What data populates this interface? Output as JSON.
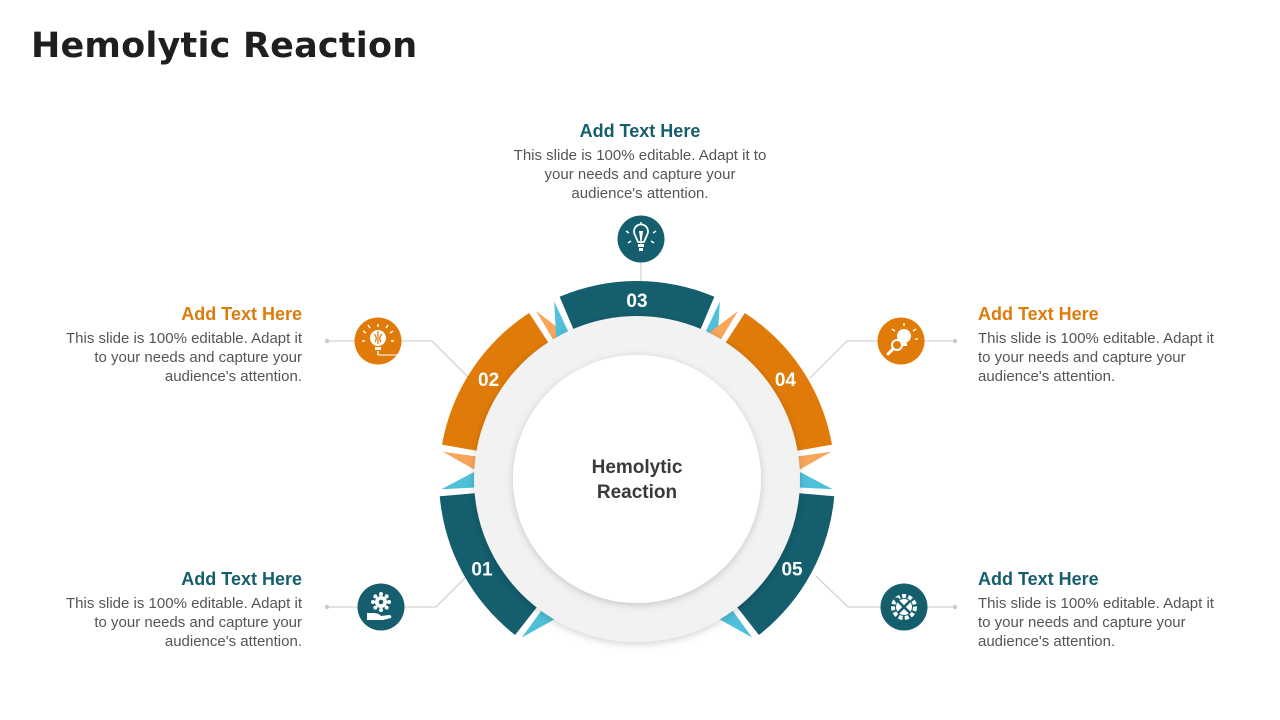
{
  "title": "Hemolytic Reaction",
  "center_label": [
    "Hemolytic",
    "Reaction"
  ],
  "colors": {
    "teal": "#145E6E",
    "orange": "#E07B09",
    "light_blue": "#4FC0DA",
    "light_orange": "#F7A65A",
    "gray_ring": "#F2F2F2",
    "heading_teal": "#145E6E",
    "heading_orange": "#DD7B0C"
  },
  "segments": [
    {
      "number": "01",
      "heading": "Add Text Here",
      "body": "This slide is 100% editable. Adapt it to your needs and capture your audience's attention.",
      "color": "teal",
      "icon": "hand-gear-icon"
    },
    {
      "number": "02",
      "heading": "Add Text Here",
      "body": "This slide is 100% editable. Adapt it to your needs and capture your audience's attention.",
      "color": "orange",
      "icon": "brain-bulb-icon"
    },
    {
      "number": "03",
      "heading": "Add Text Here",
      "body": "This slide is 100% editable. Adapt it to your needs and capture your audience's attention.",
      "color": "teal",
      "icon": "pen-bulb-icon"
    },
    {
      "number": "04",
      "heading": "Add Text Here",
      "body": "This slide is 100% editable. Adapt it to your needs and capture your audience's attention.",
      "color": "orange",
      "icon": "bulb-magnifier-icon"
    },
    {
      "number": "05",
      "heading": "Add Text Here",
      "body": "This slide is 100% editable. Adapt it to your needs and capture your audience's attention.",
      "color": "teal",
      "icon": "gear-tools-icon"
    }
  ]
}
